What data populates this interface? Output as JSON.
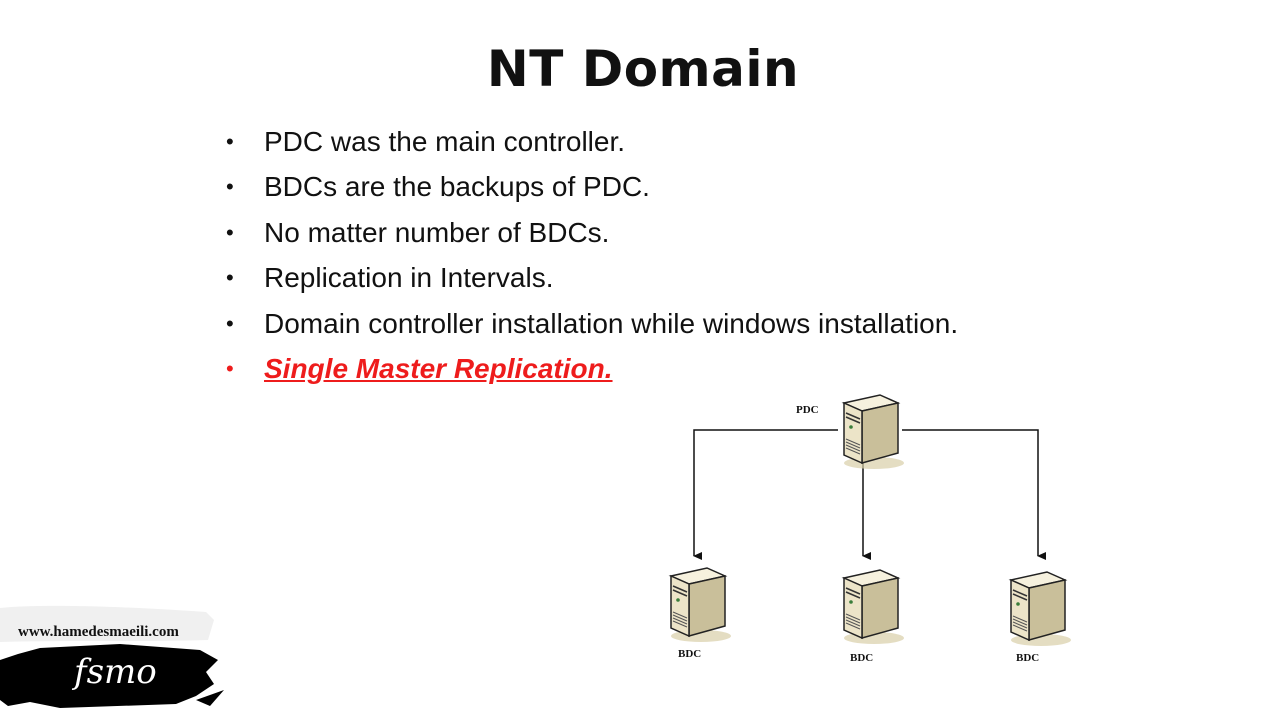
{
  "slide": {
    "title": "NT Domain",
    "bullets": [
      {
        "text": "PDC was the main controller.",
        "highlight": false
      },
      {
        "text": "BDCs are the backups of PDC.",
        "highlight": false
      },
      {
        "text": "No matter number of BDCs.",
        "highlight": false
      },
      {
        "text": "Replication in Intervals.",
        "highlight": false
      },
      {
        "text": "Domain controller installation while windows installation.",
        "highlight": false
      },
      {
        "text": "Single Master Replication.",
        "highlight": true
      }
    ],
    "bullet_symbol": "•"
  },
  "diagram": {
    "nodes": [
      {
        "id": "pdc",
        "label": "PDC",
        "role": "primary"
      },
      {
        "id": "bdc1",
        "label": "BDC",
        "role": "backup"
      },
      {
        "id": "bdc2",
        "label": "BDC",
        "role": "backup"
      },
      {
        "id": "bdc3",
        "label": "BDC",
        "role": "backup"
      }
    ],
    "edges": [
      {
        "from": "pdc",
        "to": "bdc1"
      },
      {
        "from": "pdc",
        "to": "bdc2"
      },
      {
        "from": "pdc",
        "to": "bdc3"
      }
    ],
    "icon": "server-tower-icon"
  },
  "branding": {
    "url": "www.hamedesmaeili.com",
    "logo_text": "fsmo"
  },
  "colors": {
    "text": "#111111",
    "highlight": "#ee1c1c",
    "server_body": "#ece4c8",
    "server_shadow": "#c9bf9a",
    "logo_brush": "#000000"
  }
}
